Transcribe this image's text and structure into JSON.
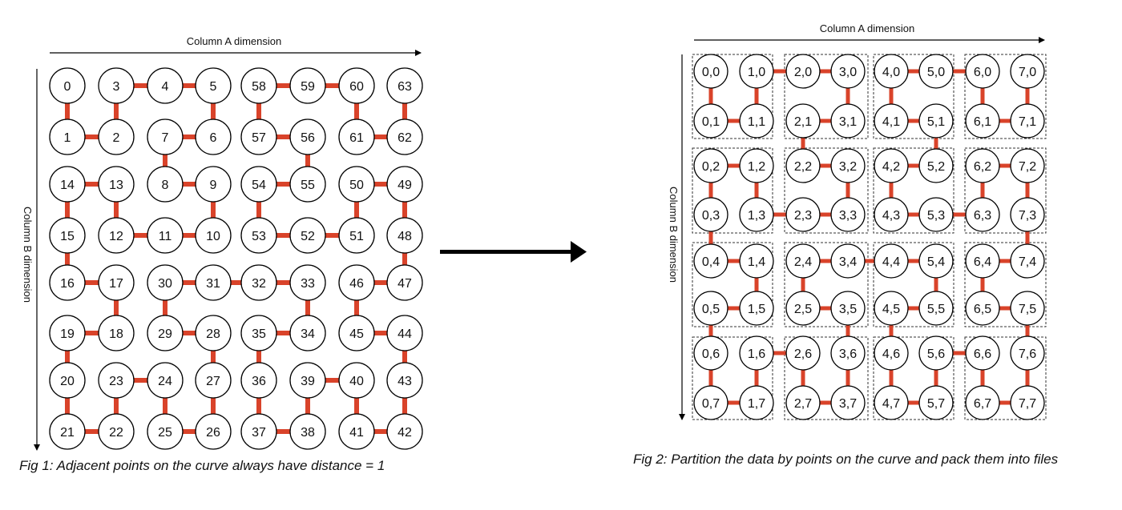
{
  "colors": {
    "curve": "#d9432a",
    "node_stroke": "#000000",
    "node_fill": "#ffffff",
    "partition_box": "#333333",
    "arrow": "#000000"
  },
  "fig1": {
    "axis_top_label": "Column A dimension",
    "axis_left_label": "Column B dimension",
    "caption": "Fig 1: Adjacent points on the curve always have distance = 1",
    "grid_rows": [
      [
        0,
        3,
        4,
        5,
        58,
        59,
        60,
        63
      ],
      [
        1,
        2,
        7,
        6,
        57,
        56,
        61,
        62
      ],
      [
        14,
        13,
        8,
        9,
        54,
        55,
        50,
        49
      ],
      [
        15,
        12,
        11,
        10,
        53,
        52,
        51,
        48
      ],
      [
        16,
        17,
        30,
        31,
        32,
        33,
        46,
        47
      ],
      [
        19,
        18,
        29,
        28,
        35,
        34,
        45,
        44
      ],
      [
        20,
        23,
        24,
        27,
        36,
        39,
        40,
        43
      ],
      [
        21,
        22,
        25,
        26,
        37,
        38,
        41,
        42
      ]
    ]
  },
  "fig2": {
    "axis_top_label": "Column A dimension",
    "axis_left_label": "Column B dimension",
    "caption": "Fig 2: Partition the data by points on the curve and pack them into files",
    "grid_rows": [
      [
        "0,0",
        "1,0",
        "2,0",
        "3,0",
        "4,0",
        "5,0",
        "6,0",
        "7,0"
      ],
      [
        "0,1",
        "1,1",
        "2,1",
        "3,1",
        "4,1",
        "5,1",
        "6,1",
        "7,1"
      ],
      [
        "0,2",
        "1,2",
        "2,2",
        "3,2",
        "4,2",
        "5,2",
        "6,2",
        "7,2"
      ],
      [
        "0,3",
        "1,3",
        "2,3",
        "3,3",
        "4,3",
        "5,3",
        "6,3",
        "7,3"
      ],
      [
        "0,4",
        "1,4",
        "2,4",
        "3,4",
        "4,4",
        "5,4",
        "6,4",
        "7,4"
      ],
      [
        "0,5",
        "1,5",
        "2,5",
        "3,5",
        "4,5",
        "5,5",
        "6,5",
        "7,5"
      ],
      [
        "0,6",
        "1,6",
        "2,6",
        "3,6",
        "4,6",
        "5,6",
        "6,6",
        "7,6"
      ],
      [
        "0,7",
        "1,7",
        "2,7",
        "3,7",
        "4,7",
        "5,7",
        "6,7",
        "7,7"
      ]
    ]
  }
}
